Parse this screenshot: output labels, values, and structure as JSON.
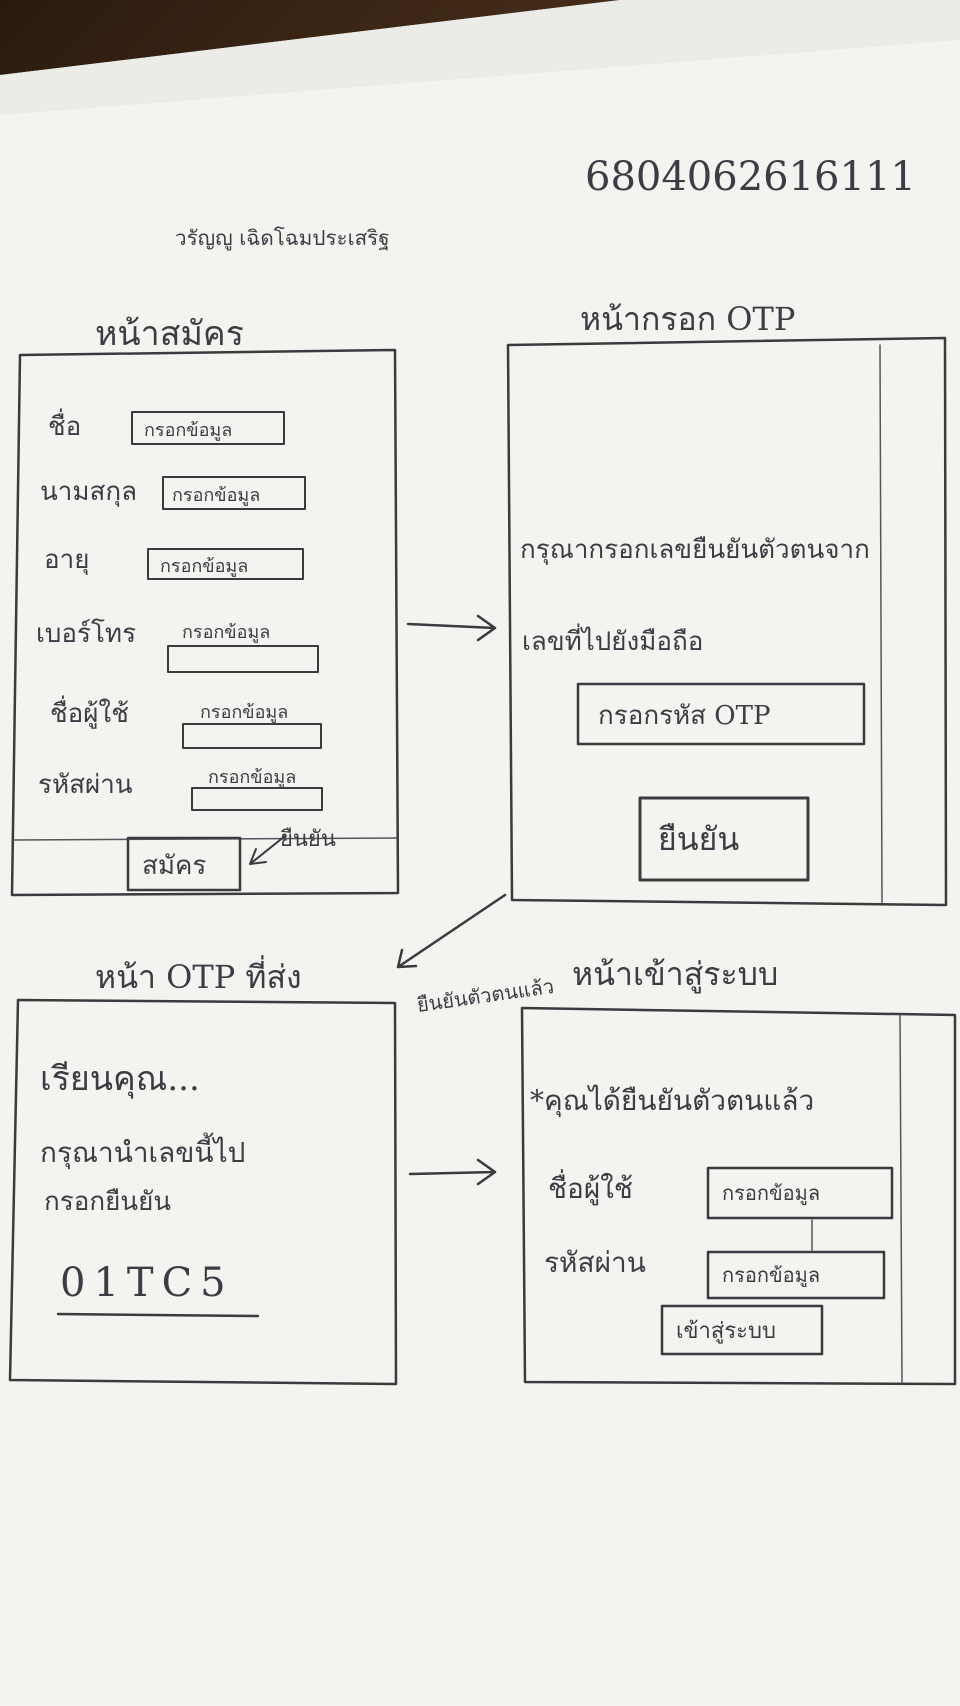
{
  "header": {
    "author_name": "วรัญญู เฉิดโฉมประเสริฐ",
    "student_id": "6804062616111"
  },
  "screens": {
    "register": {
      "title": "หน้าสมัคร",
      "fields": [
        {
          "label": "ชื่อ",
          "placeholder": "กรอกข้อมูล"
        },
        {
          "label": "นามสกุล",
          "placeholder": "กรอกข้อมูล"
        },
        {
          "label": "อายุ",
          "placeholder": "กรอกข้อมูล"
        },
        {
          "label": "เบอร์โทร",
          "placeholder": "กรอกข้อมูล"
        },
        {
          "label": "ชื่อผู้ใช้",
          "placeholder": "กรอกข้อมูล"
        },
        {
          "label": "รหัสผ่าน",
          "placeholder": "กรอกข้อมูล"
        }
      ],
      "button": "สมัคร",
      "note": "ยืนยัน"
    },
    "otp_entry": {
      "title": "หน้ากรอก OTP",
      "line1": "กรุณากรอกเลขยืนยันตัวตนจาก",
      "line2": "เลขที่ไปยังมือถือ",
      "input_placeholder": "กรอกรหัส OTP",
      "button": "ยืนยัน"
    },
    "otp_sent": {
      "title": "หน้า OTP ที่ส่ง",
      "greeting": "เรียนคุณ...",
      "line1": "กรุณานำเลขนี้ไป",
      "line2": "กรอกยืนยัน",
      "code": "01TC5"
    },
    "login": {
      "title": "หน้าเข้าสู่ระบบ",
      "notice": "*คุณได้ยืนยันตัวตนแล้ว",
      "fields": [
        {
          "label": "ชื่อผู้ใช้",
          "placeholder": "กรอกข้อมูล"
        },
        {
          "label": "รหัสผ่าน",
          "placeholder": "กรอกข้อมูล"
        }
      ],
      "button": "เข้าสู่ระบบ"
    }
  },
  "arrows": {
    "otp_to_login_note": "ยืนยันตัวตนแล้ว"
  },
  "colors": {
    "paper": "#f4f4f1",
    "ink": "#3a3a3f"
  }
}
